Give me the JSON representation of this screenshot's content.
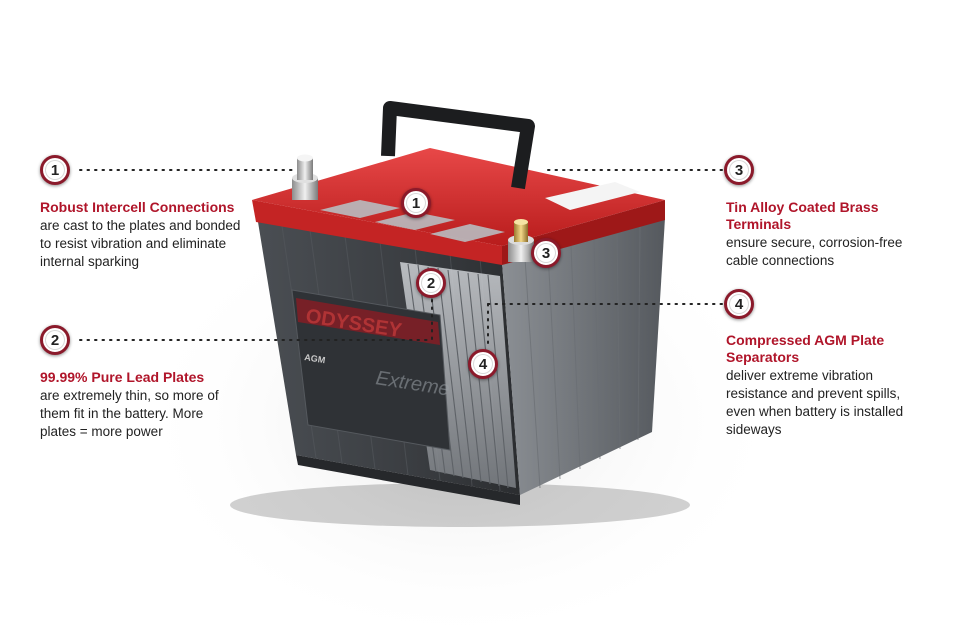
{
  "features": [
    {
      "number": "1",
      "title": "Robust Intercell Connections",
      "description": "are cast to the plates and bonded to resist vibration and eliminate internal sparking"
    },
    {
      "number": "2",
      "title": "99.99% Pure Lead Plates",
      "description": "are extremely thin, so more of them fit in the battery. More plates = more power"
    },
    {
      "number": "3",
      "title": "Tin Alloy Coated Brass Terminals",
      "description": "ensure secure, corrosion-free cable connections"
    },
    {
      "number": "4",
      "title": "Compressed AGM Plate Separators",
      "description": "deliver extreme vibration resistance and prevent spills, even when battery is installed sideways"
    }
  ],
  "battery_label": {
    "brand": "ODYSSEY",
    "model": "Extreme",
    "type": "AGM"
  },
  "colors": {
    "accent": "#b0152a",
    "badge_ring": "#8b1a2b",
    "lid": "#d42a2a",
    "case": "#3b3f44"
  }
}
